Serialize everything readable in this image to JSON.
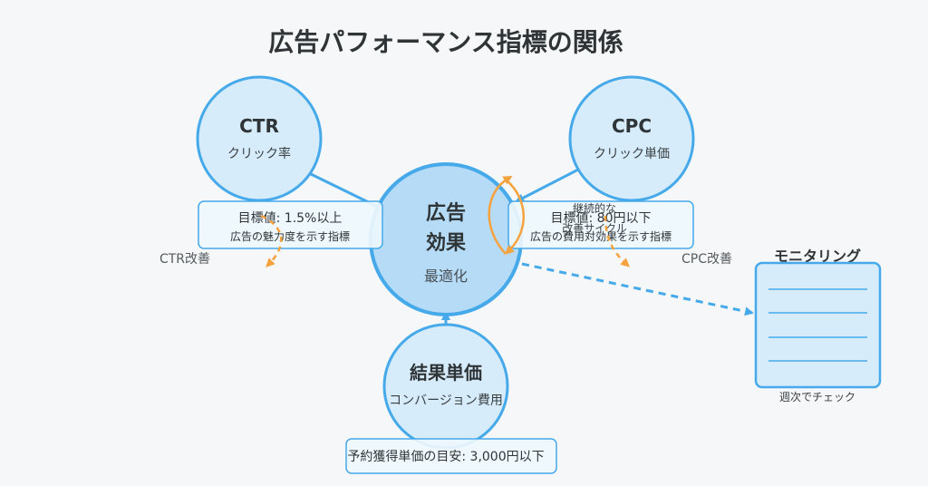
{
  "title": "広告パフォーマンス指標の関係",
  "center": {
    "line1": "広告",
    "line2": "効果",
    "sub": "最適化"
  },
  "ctr": {
    "name": "CTR",
    "sub": "クリック率",
    "target": "目標値: 1.5%以上",
    "desc": "広告の魅力度を示す指標",
    "improve": "CTR改善"
  },
  "cpc": {
    "name": "CPC",
    "sub": "クリック単価",
    "target": "目標値: 80円以下",
    "desc": "広告の費用対効果を示す指標",
    "improve": "CPC改善"
  },
  "cpa": {
    "name": "結果単価",
    "sub": "コンバージョン費用",
    "target": "予約獲得単価の目安: 3,000円以下"
  },
  "cycle": {
    "line1": "継続的な",
    "line2": "改善サイクル"
  },
  "monitoring": {
    "title": "モニタリング",
    "sub": "週次でチェック"
  },
  "colors": {
    "circle_fill": "#d6ecfb",
    "circle_stroke": "#45a9ea",
    "center_fill": "#b5dbf7",
    "box_fill": "#eef7fd",
    "arrow_orange": "#f6a23e",
    "line_blue": "#45a9ea"
  }
}
